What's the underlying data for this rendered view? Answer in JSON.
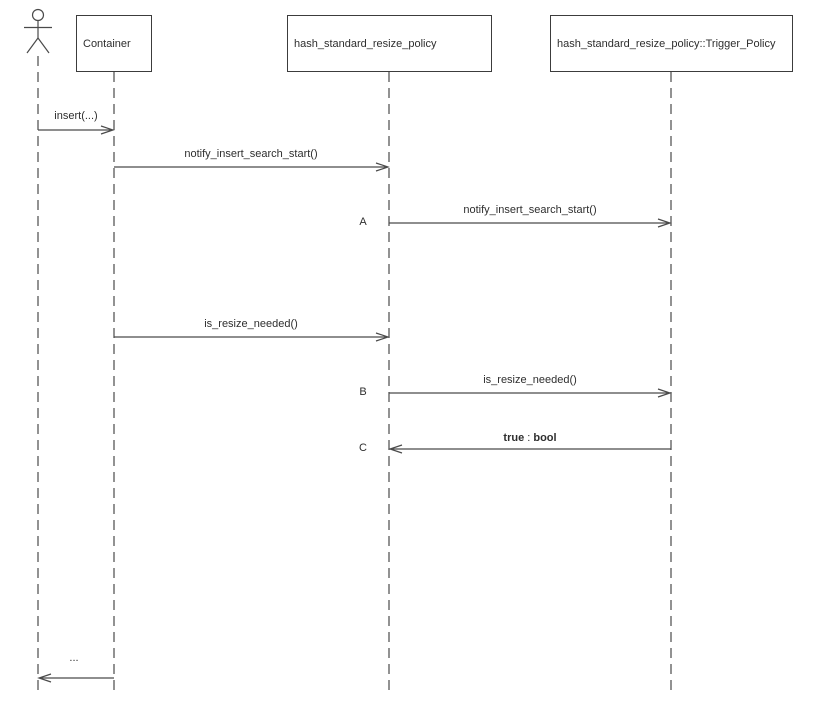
{
  "theme": {
    "bg_color": "#ffffff",
    "line_color": "#4a4a4a",
    "box_border_color": "#3c3c3c",
    "text_color": "#2e2e2e"
  },
  "diagram": {
    "type": "uml-sequence-diagram",
    "lifelines": [
      {
        "id": "user",
        "kind": "actor",
        "label": ""
      },
      {
        "id": "container",
        "kind": "object",
        "label": "Container"
      },
      {
        "id": "policy",
        "kind": "object",
        "label": "hash_standard_resize_policy"
      },
      {
        "id": "trigger",
        "kind": "object",
        "label": "hash_standard_resize_policy::Trigger_Policy"
      }
    ],
    "messages": [
      {
        "from": "user",
        "to": "container",
        "label": "insert(...)"
      },
      {
        "from": "container",
        "to": "policy",
        "label": "notify_insert_search_start()"
      },
      {
        "from": "policy",
        "to": "trigger",
        "seq": "A",
        "label": "notify_insert_search_start()"
      },
      {
        "from": "container",
        "to": "policy",
        "label": "is_resize_needed()"
      },
      {
        "from": "policy",
        "to": "trigger",
        "seq": "B",
        "label": "is_resize_needed()"
      },
      {
        "from": "trigger",
        "to": "policy",
        "seq": "C",
        "return_value": "true",
        "separator": " : ",
        "return_type": "bool"
      },
      {
        "from": "container",
        "to": "user",
        "label": "..."
      }
    ]
  }
}
